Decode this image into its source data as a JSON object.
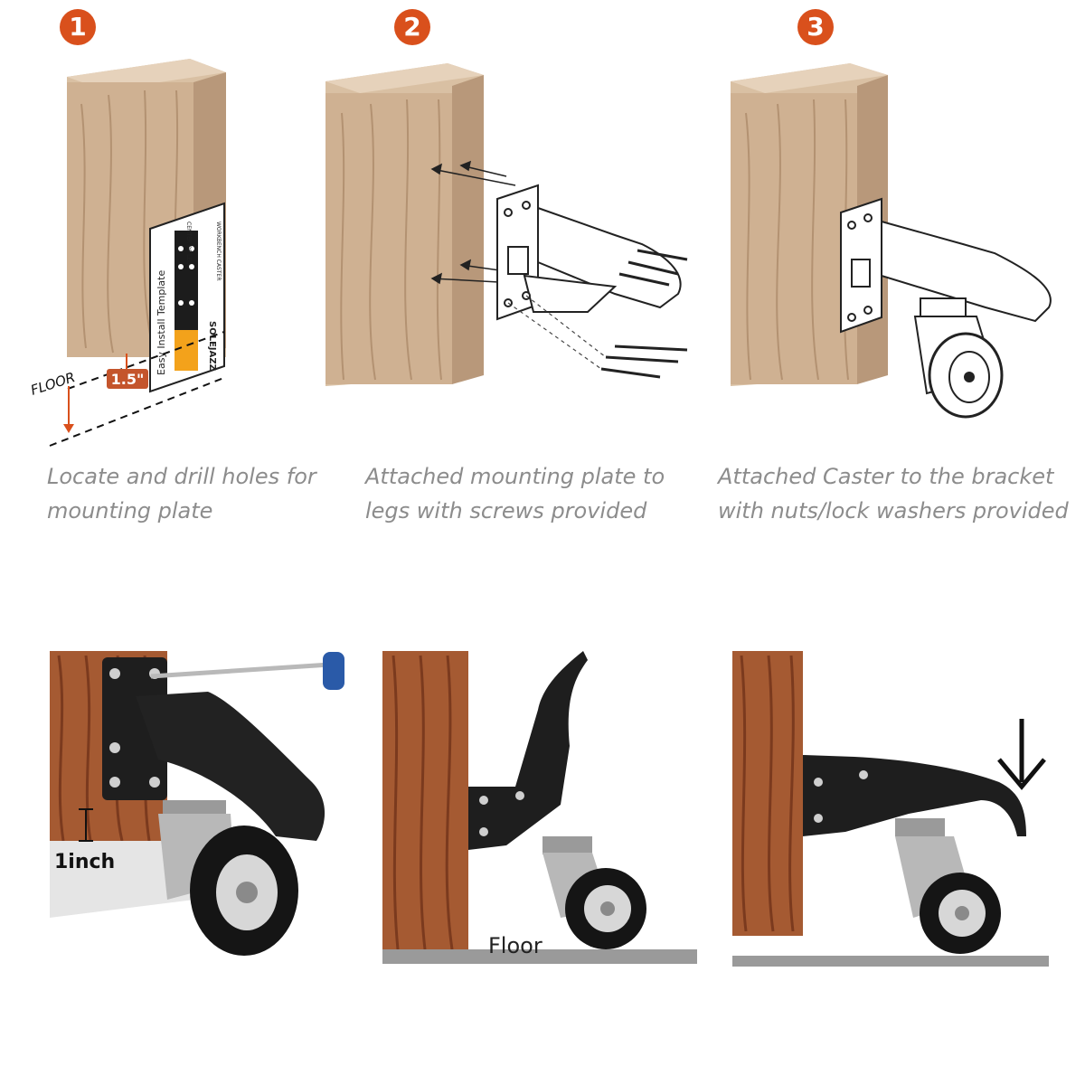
{
  "steps": [
    {
      "number": "1",
      "caption": "Locate and drill holes for\nmounting plate"
    },
    {
      "number": "2",
      "caption": "Attached mounting plate to\nlegs with screws provided"
    },
    {
      "number": "3",
      "caption": "Attached Caster to the bracket\nwith nuts/lock washers provided"
    }
  ],
  "step1": {
    "floor_label": "FLOOR",
    "distance_label": "1.5\"",
    "template_title": "Easy Install Template",
    "template_center": "CENTER OF LEG",
    "template_brand": "SOLEJAZZ",
    "template_side": "WORKBENCH CASTER"
  },
  "bottom": {
    "gap_label": "1inch",
    "floor_label": "Floor"
  },
  "colors": {
    "accent": "#d9501c",
    "wood": "#c9a98a",
    "wood_dark": "#8a4a2a",
    "bracket": "#1e1e1e",
    "floor": "#9a9a9a"
  }
}
